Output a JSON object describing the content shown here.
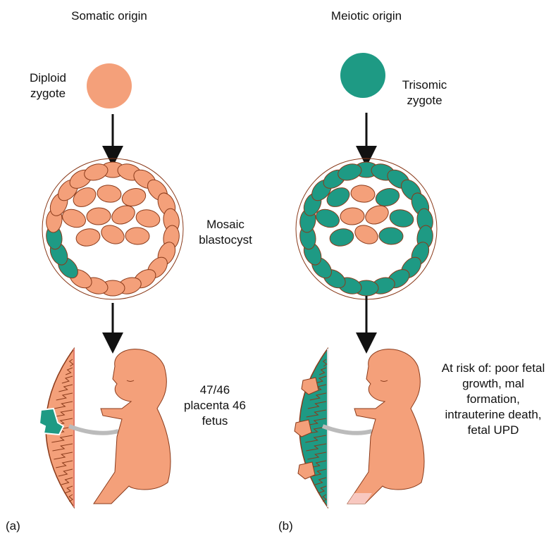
{
  "panel_a": {
    "origin": "Somatic origin",
    "zygote": "Diploid zygote",
    "blastocyst": "Mosaic blastocyst",
    "outcome": "47/46 placenta 46 fetus",
    "letter": "(a)"
  },
  "panel_b": {
    "origin": "Meiotic origin",
    "zygote": "Trisomic zygote",
    "outcome": "At risk of: poor fetal growth, mal formation, intrauterine death, fetal UPD",
    "letter": "(b)"
  },
  "colors": {
    "normal_cell": "#F4A07A",
    "trisomic_cell": "#1E9A84",
    "outline": "#8A3A1A",
    "cord": "#BBBBBB"
  }
}
